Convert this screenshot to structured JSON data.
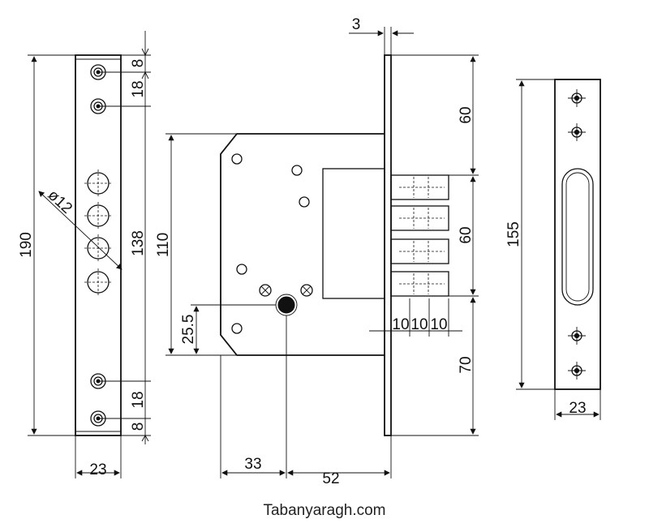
{
  "dimensions": {
    "front_plate_height": "190",
    "front_plate_width": "23",
    "top_gap": "8",
    "top_spacing": "18",
    "hole_span": "138",
    "bottom_spacing": "18",
    "bottom_gap": "8",
    "hole_diameter": "ø12",
    "faceplate_thickness": "3",
    "body_height": "110",
    "upper_offset": "60",
    "bolt_span": "60",
    "lower_offset": "70",
    "key_height": "25.5",
    "backset_key": "33",
    "backset_total": "52",
    "bolt_spacing": [
      "10",
      "10",
      "10"
    ],
    "strike_height": "155",
    "strike_width": "23"
  },
  "footer": "Tabanyaragh.com"
}
